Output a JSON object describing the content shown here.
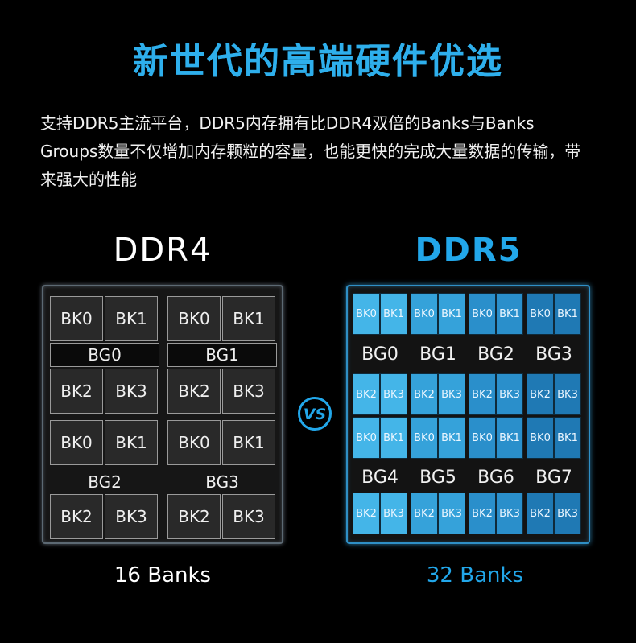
{
  "title": "新世代的高端硬件优选",
  "description": "支持DDR5主流平台，DDR5内存拥有比DDR4双倍的Banks与Banks Groups数量不仅增加内存颗粒的容量，也能更快的完成大量数据的传输，带来强大的性能",
  "ddr4": {
    "heading": "DDR4",
    "count_label": "16 Banks",
    "bank_labels": [
      "BK0",
      "BK1",
      "BK2",
      "BK3"
    ],
    "group_labels": [
      "BG0",
      "BG1",
      "BG2",
      "BG3"
    ]
  },
  "vs_label": "VS",
  "ddr5": {
    "heading": "DDR5",
    "count_label": "32 Banks",
    "bank_labels": [
      "BK0",
      "BK1",
      "BK2",
      "BK3"
    ],
    "group_labels": [
      "BG0",
      "BG1",
      "BG2",
      "BG3",
      "BG4",
      "BG5",
      "BG6",
      "BG7"
    ]
  },
  "colors": {
    "accent_blue": "#22a7ea",
    "ddr5_bank_shades": [
      "#44b5e8",
      "#35a2da",
      "#2a8fcb",
      "#1f79b4"
    ]
  }
}
